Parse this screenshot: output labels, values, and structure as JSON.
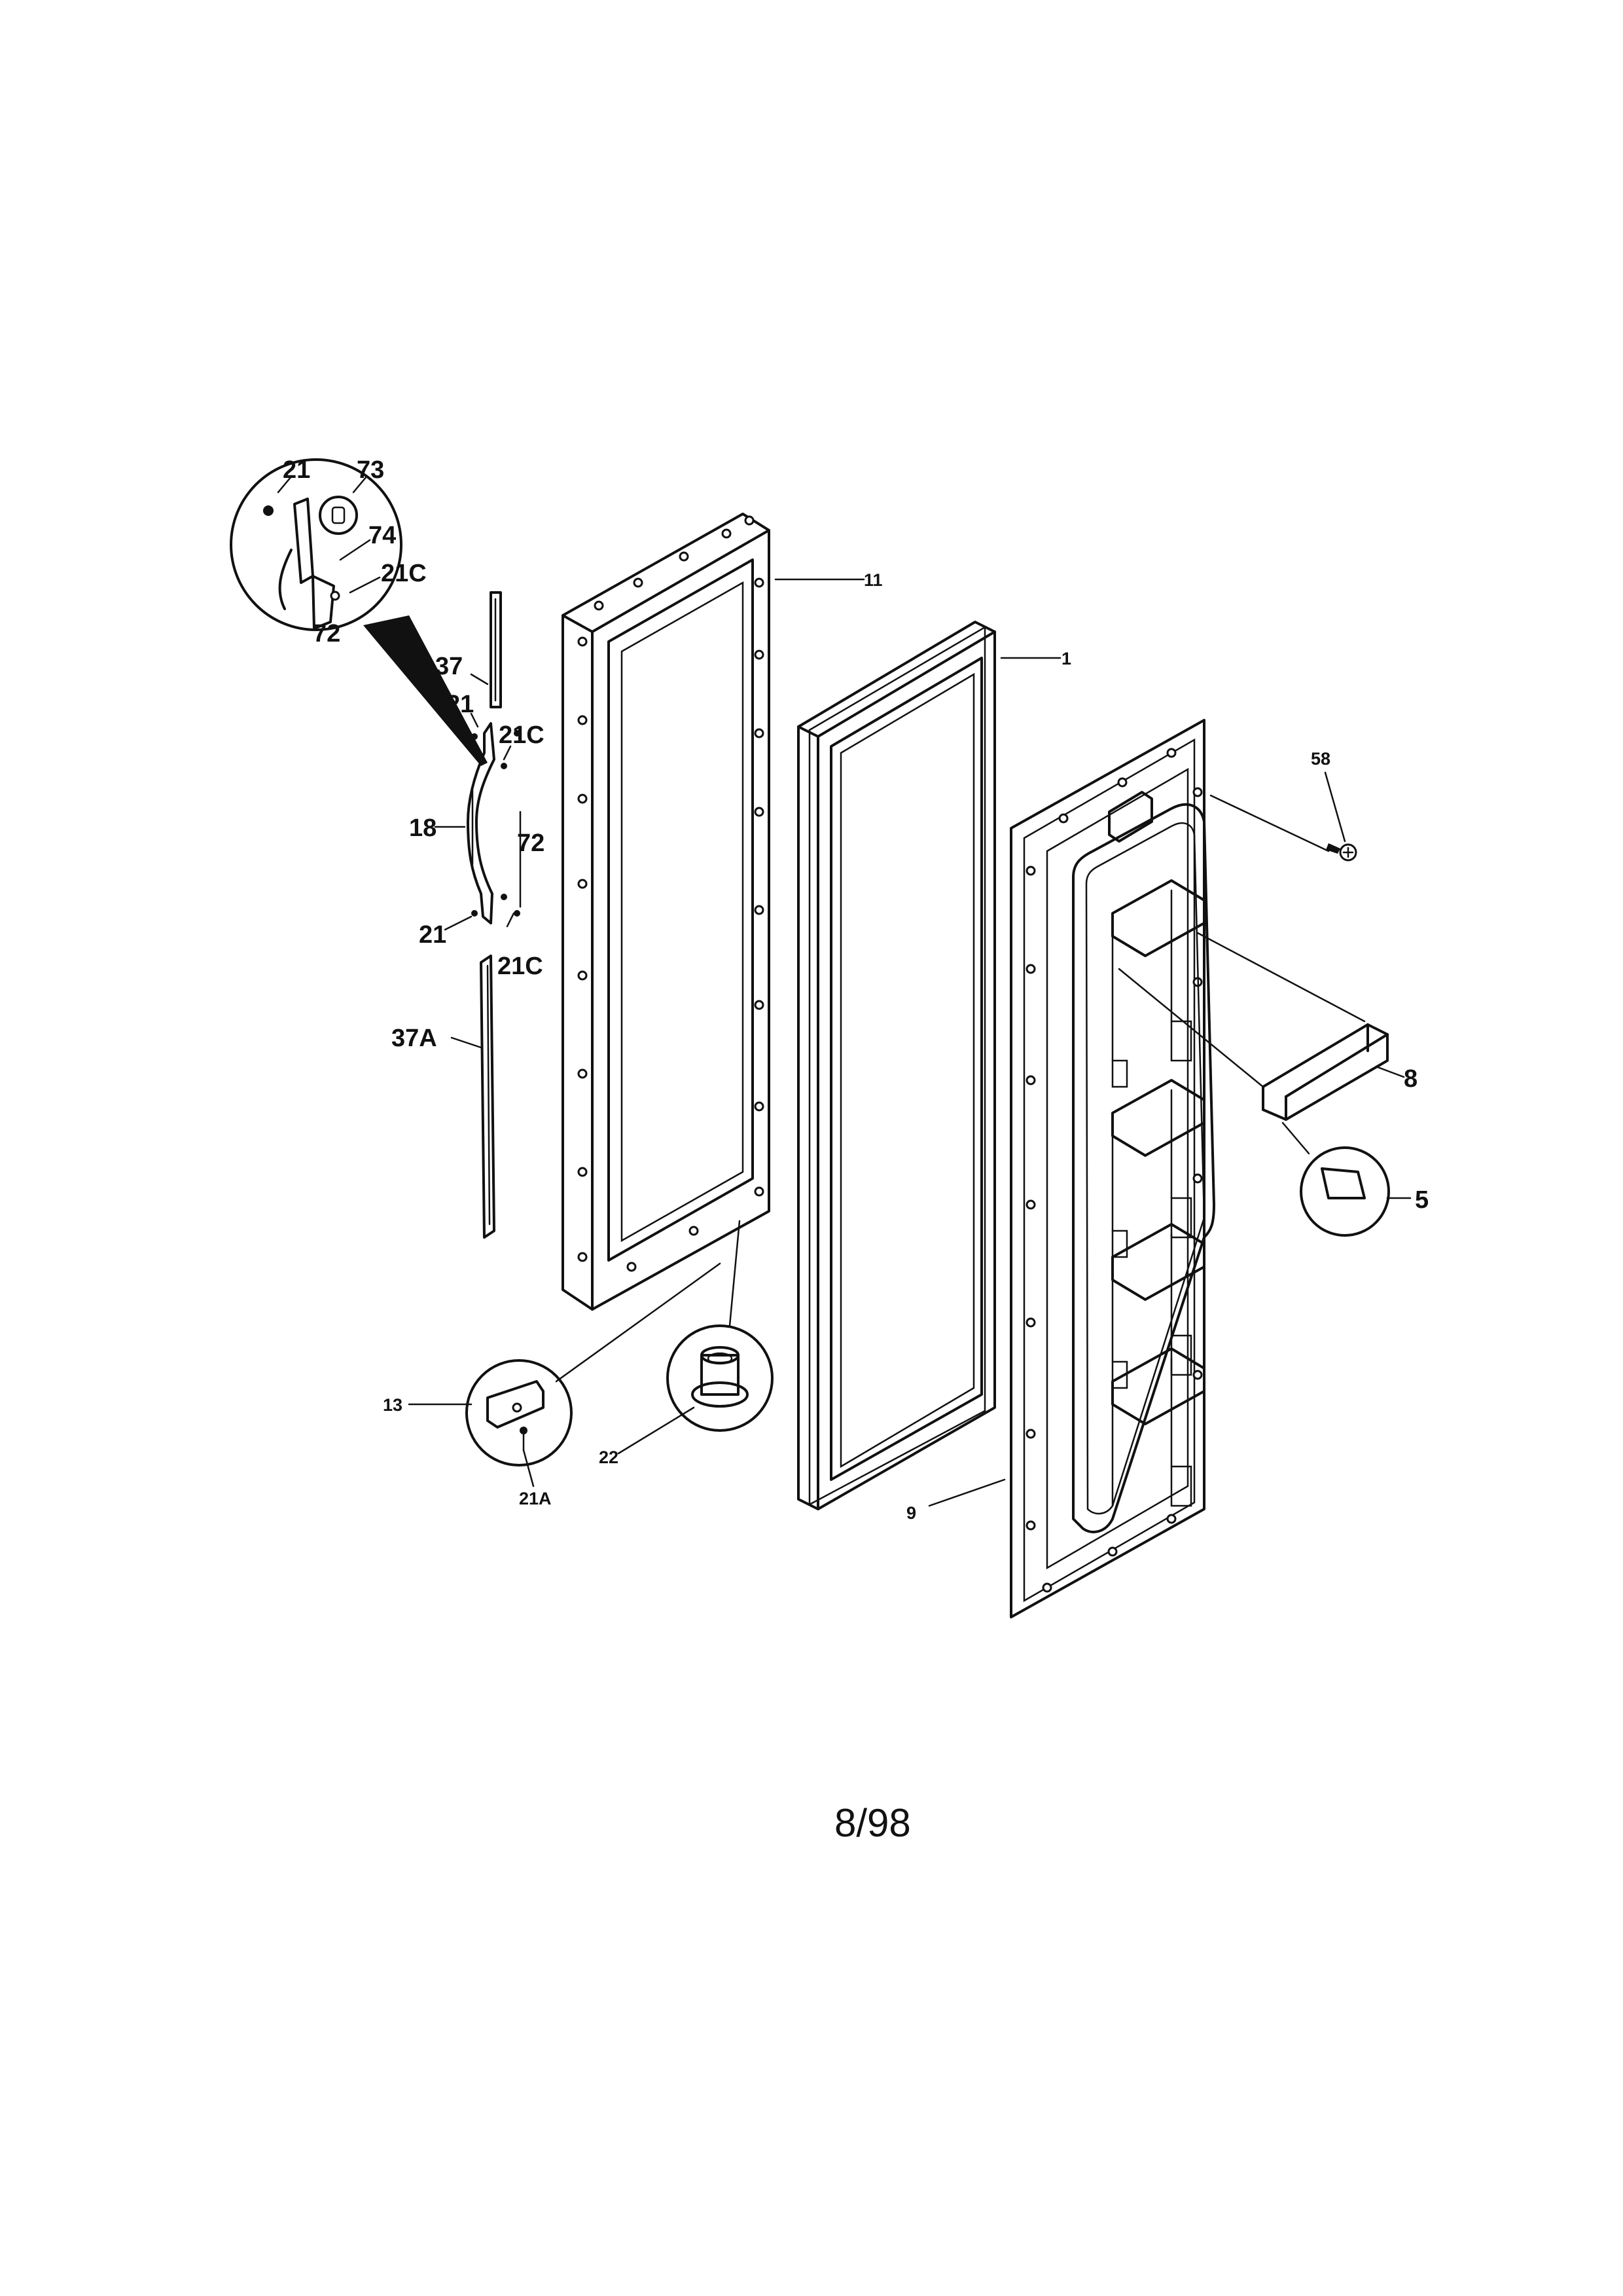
{
  "page": {
    "page_number": "8/98"
  },
  "callouts": {
    "c21_detail": "21",
    "c73": "73",
    "c74": "74",
    "c21c_detail": "21C",
    "c72_detail": "72",
    "c11": "11",
    "c1": "1",
    "c37": "37",
    "c21_upper": "21",
    "c21c_upper": "21C",
    "c18": "18",
    "c72": "72",
    "c21_lower": "21",
    "c21c_lower": "21C",
    "c37a": "37A",
    "c58": "58",
    "c8": "8",
    "c5": "5",
    "c13": "13",
    "c22": "22",
    "c21a": "21A",
    "c9": "9"
  },
  "icons": {
    "screw": "screw-icon",
    "magnifier": "detail-magnifier-icon"
  }
}
